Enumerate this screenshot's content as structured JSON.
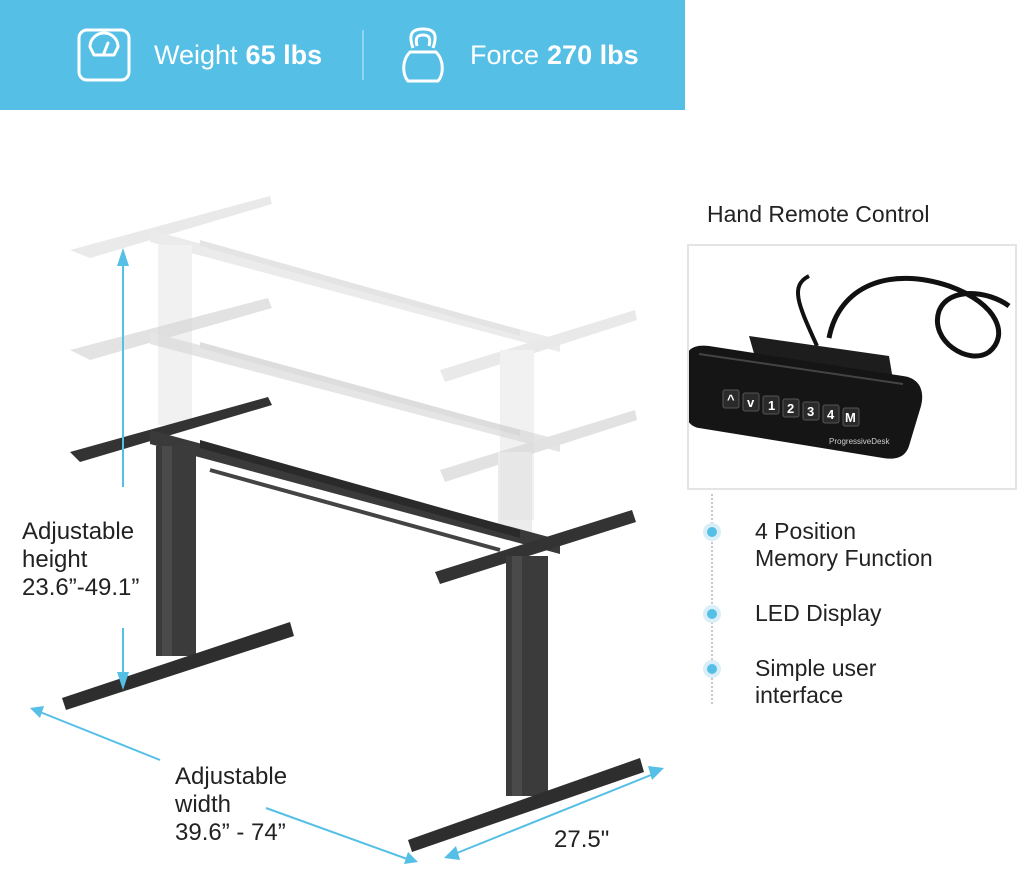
{
  "specs": {
    "weight": {
      "label": "Weight",
      "value": "65 lbs",
      "icon": "scale-icon"
    },
    "force": {
      "label": "Force",
      "value": "270 lbs",
      "icon": "kettlebell-icon"
    }
  },
  "remote": {
    "title": "Hand Remote Control",
    "buttons": [
      "^",
      "v",
      "1",
      "2",
      "3",
      "4",
      "M"
    ],
    "brand": "ProgressiveDesk"
  },
  "features": [
    {
      "line1": "4 Position",
      "line2": "Memory Function"
    },
    {
      "line1": "LED Display",
      "line2": ""
    },
    {
      "line1": "Simple user",
      "line2": "interface"
    }
  ],
  "dimensions": {
    "height": {
      "line1": "Adjustable",
      "line2": "height",
      "line3": "23.6”-49.1”"
    },
    "width": {
      "line1": "Adjustable",
      "line2": "width",
      "line3": "39.6” - 74”"
    },
    "depth": {
      "text": "27.5\""
    }
  },
  "colors": {
    "accent": "#55bfe6",
    "frame": "#333333",
    "ghost_frame": "#dcdcdc"
  }
}
